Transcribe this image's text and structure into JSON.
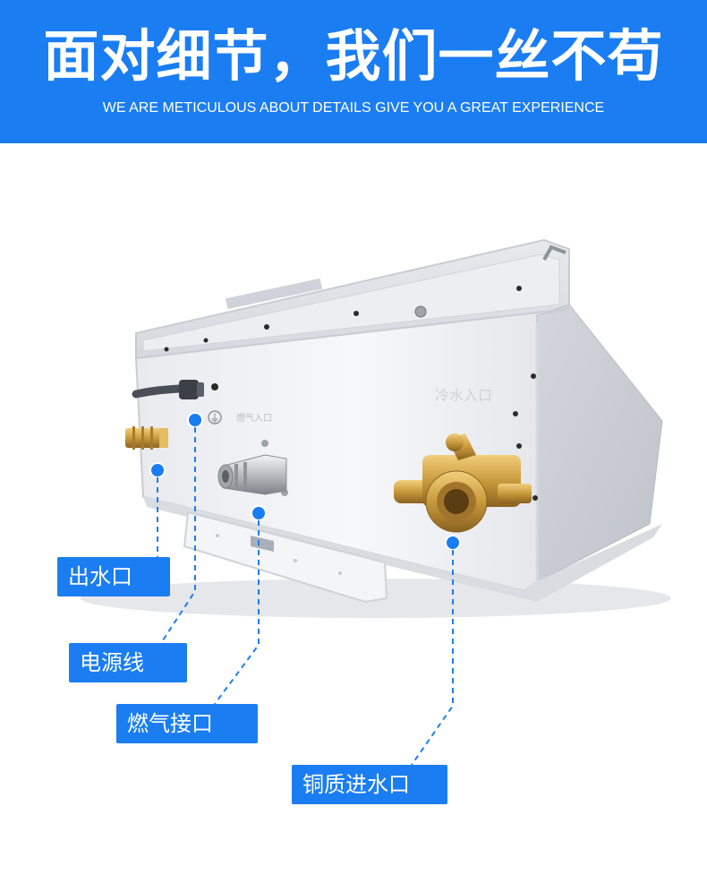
{
  "header": {
    "title": "面对细节，我们一丝不苟",
    "subtitle": "WE ARE METICULOUS ABOUT DETAILS GIVE YOU A GREAT EXPERIENCE"
  },
  "product": {
    "panel_texts": {
      "cold_water_inlet": "冷水入口",
      "gas_inlet": "燃气入口",
      "ground_symbol": "⏚"
    }
  },
  "callouts": {
    "water_outlet": "出水口",
    "power_cord": "电源线",
    "gas_connection": "燃气接口",
    "copper_inlet": "铜质进水口"
  },
  "colors": {
    "brand_blue": "#1b7df2",
    "brass": "#c99a3c",
    "body_white": "#f3f4f6"
  }
}
